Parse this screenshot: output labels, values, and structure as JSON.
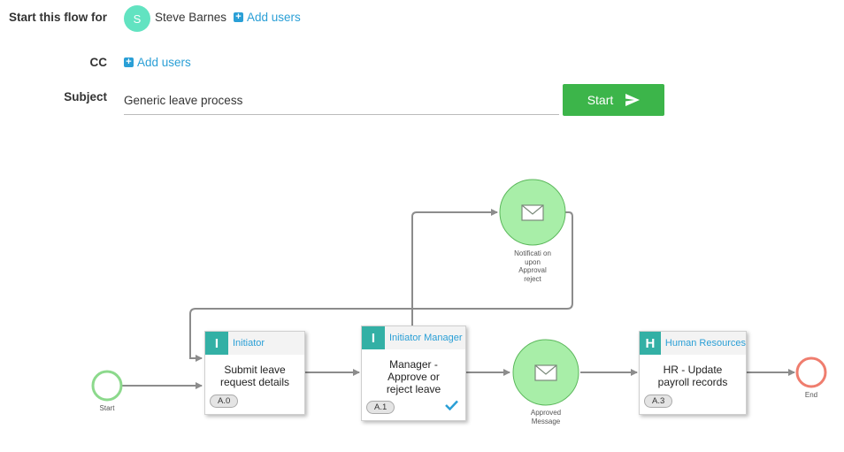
{
  "form": {
    "start_label": "Start this flow for",
    "user_initial": "S",
    "user_name": "Steve Barnes",
    "add_users_label": "Add users",
    "cc_label": "CC",
    "cc_add_users_label": "Add users",
    "subject_label": "Subject",
    "subject_value": "Generic leave process",
    "start_button_label": "Start"
  },
  "flow": {
    "start_event_label": "Start",
    "end_event_label": "End",
    "notification_event_label": "Notificati on upon Approval reject",
    "approved_event_label": "Approved Message",
    "tasks": [
      {
        "badge": "I",
        "role": "Initiator",
        "title": "Submit leave request details",
        "id": "A.0"
      },
      {
        "badge": "I",
        "role": "Initiator Manager",
        "title": "Manager - Approve or reject leave",
        "id": "A.1"
      },
      {
        "badge": "H",
        "role": "Human Resources",
        "title": "HR - Update payroll records",
        "id": "A.3"
      }
    ]
  },
  "colors": {
    "accent_blue": "#2a9fd6",
    "start_button": "#3cb54a",
    "task_badge": "#33b0a5",
    "event_fill": "#a8eea8",
    "start_event_stroke": "#8cd98c",
    "end_event_stroke": "#ef7d6e"
  }
}
